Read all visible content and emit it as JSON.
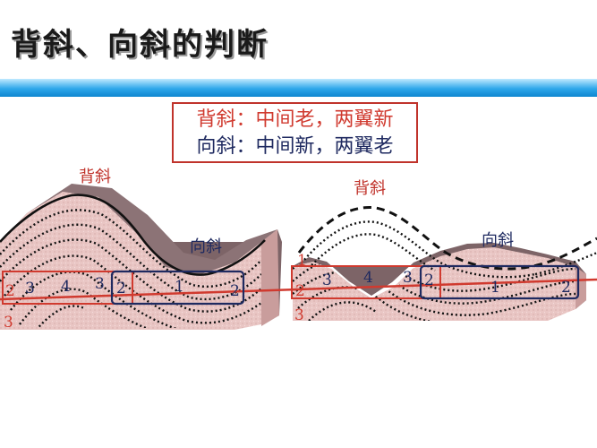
{
  "title": "背斜、向斜的判断",
  "rule": {
    "anticline": "背斜：中间老，两翼新",
    "syncline": "向斜：中间新，两翼老"
  },
  "left_diagram": {
    "anticline_label": "背斜",
    "syncline_label": "向斜",
    "layer_numbers": [
      "2",
      "3",
      "4",
      "3",
      "2",
      "1",
      "2"
    ],
    "outer_number": "3"
  },
  "right_diagram": {
    "anticline_label": "背斜",
    "syncline_label": "向斜",
    "layer_numbers": [
      "2",
      "3",
      "4",
      "3",
      "2",
      "1",
      "2"
    ],
    "top_number": "1",
    "outer_number": "3"
  },
  "colors": {
    "rock_fill": "#e9c5c3",
    "top_surface": "#7d6467",
    "frame_red": "#d03a2f",
    "frame_navy": "#1f2a60",
    "bar_blue": "#1196dd"
  }
}
